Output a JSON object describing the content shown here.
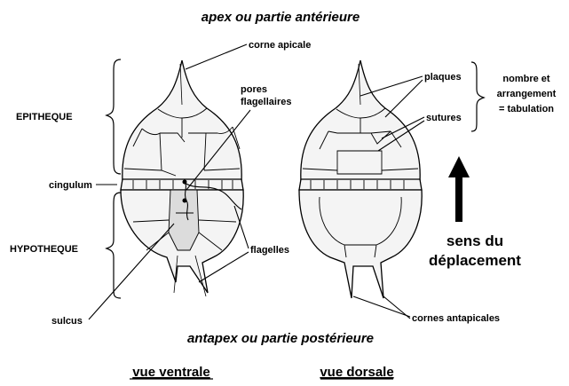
{
  "titles": {
    "top": "apex ou partie antérieure",
    "bottom": "antapex ou partie postérieure"
  },
  "views": {
    "ventral": "vue ventrale",
    "dorsal": "vue dorsale"
  },
  "labels": {
    "corne_apicale": "corne apicale",
    "pores_line1": "pores",
    "pores_line2": "flagellaires",
    "epitheque": "EPITHEQUE",
    "cingulum": "cingulum",
    "hypotheque": "HYPOTHEQUE",
    "flagelles": "flagelles",
    "sulcus": "sulcus",
    "plaques": "plaques",
    "sutures": "sutures",
    "cornes_antapicales": "cornes antapicales",
    "tabulation_line1": "nombre et",
    "tabulation_line2": "arrangement",
    "tabulation_line3": "= tabulation",
    "movement_line1": "sens du",
    "movement_line2": "déplacement"
  },
  "colors": {
    "ink": "#000000",
    "cell_fill": "#f4f4f4",
    "sulcus_fill": "#dcdcdc",
    "background": "#ffffff"
  }
}
